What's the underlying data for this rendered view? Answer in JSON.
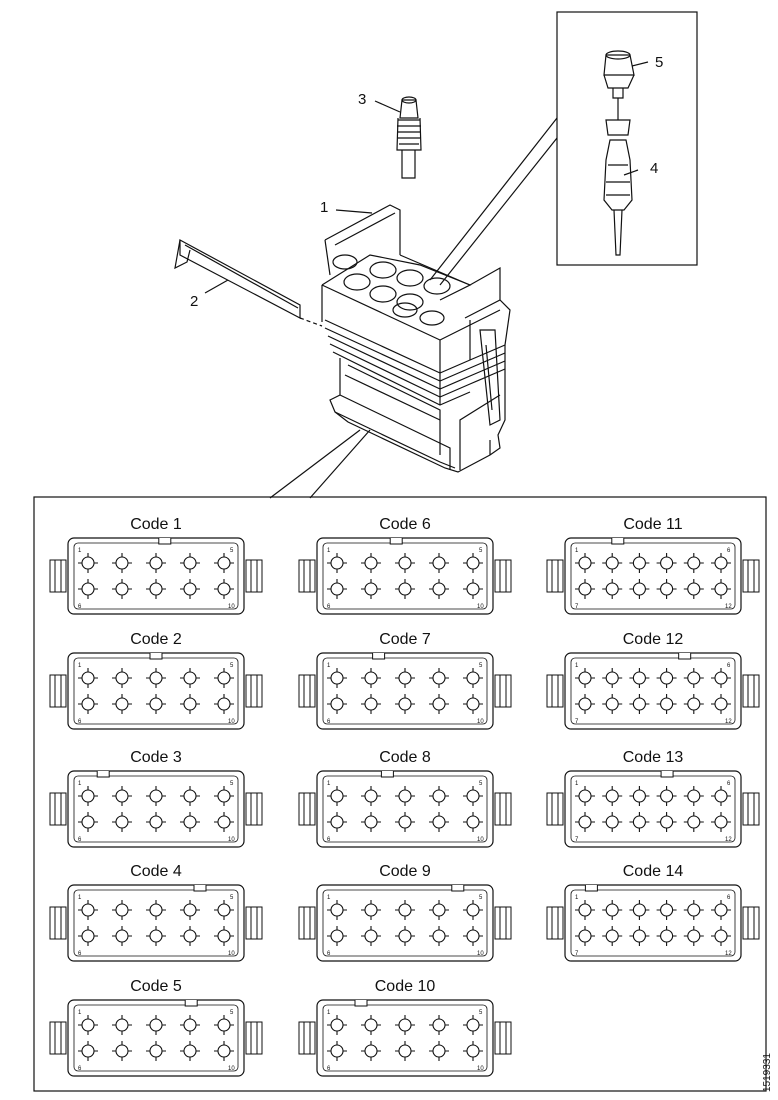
{
  "figure_id": "1519331",
  "callouts": [
    "1",
    "2",
    "3",
    "4",
    "5"
  ],
  "connector_codes": [
    {
      "title": "Code 1",
      "rows": [
        5,
        5
      ],
      "pin_top_left": "1",
      "pin_top_right": "5",
      "pin_bot_left": "6",
      "pin_bot_right": "10"
    },
    {
      "title": "Code 2",
      "rows": [
        5,
        5
      ],
      "pin_top_left": "1",
      "pin_top_right": "5",
      "pin_bot_left": "6",
      "pin_bot_right": "10"
    },
    {
      "title": "Code 3",
      "rows": [
        5,
        5
      ],
      "pin_top_left": "1",
      "pin_top_right": "5",
      "pin_bot_left": "6",
      "pin_bot_right": "10"
    },
    {
      "title": "Code 4",
      "rows": [
        5,
        5
      ],
      "pin_top_left": "1",
      "pin_top_right": "5",
      "pin_bot_left": "6",
      "pin_bot_right": "10"
    },
    {
      "title": "Code 5",
      "rows": [
        5,
        5
      ],
      "pin_top_left": "1",
      "pin_top_right": "5",
      "pin_bot_left": "6",
      "pin_bot_right": "10"
    },
    {
      "title": "Code 6",
      "rows": [
        5,
        5
      ],
      "pin_top_left": "1",
      "pin_top_right": "5",
      "pin_bot_left": "6",
      "pin_bot_right": "10"
    },
    {
      "title": "Code 7",
      "rows": [
        5,
        5
      ],
      "pin_top_left": "1",
      "pin_top_right": "5",
      "pin_bot_left": "6",
      "pin_bot_right": "10"
    },
    {
      "title": "Code 8",
      "rows": [
        5,
        5
      ],
      "pin_top_left": "1",
      "pin_top_right": "5",
      "pin_bot_left": "6",
      "pin_bot_right": "10"
    },
    {
      "title": "Code 9",
      "rows": [
        5,
        5
      ],
      "pin_top_left": "1",
      "pin_top_right": "5",
      "pin_bot_left": "6",
      "pin_bot_right": "10"
    },
    {
      "title": "Code 10",
      "rows": [
        5,
        5
      ],
      "pin_top_left": "1",
      "pin_top_right": "5",
      "pin_bot_left": "6",
      "pin_bot_right": "10"
    },
    {
      "title": "Code 11",
      "rows": [
        6,
        6
      ],
      "pin_top_left": "1",
      "pin_top_right": "6",
      "pin_bot_left": "7",
      "pin_bot_right": "12"
    },
    {
      "title": "Code 12",
      "rows": [
        6,
        6
      ],
      "pin_top_left": "1",
      "pin_top_right": "6",
      "pin_bot_left": "7",
      "pin_bot_right": "12"
    },
    {
      "title": "Code 13",
      "rows": [
        6,
        6
      ],
      "pin_top_left": "1",
      "pin_top_right": "6",
      "pin_bot_left": "7",
      "pin_bot_right": "12"
    },
    {
      "title": "Code 14",
      "rows": [
        6,
        6
      ],
      "pin_top_left": "1",
      "pin_top_right": "6",
      "pin_bot_left": "7",
      "pin_bot_right": "12"
    }
  ]
}
